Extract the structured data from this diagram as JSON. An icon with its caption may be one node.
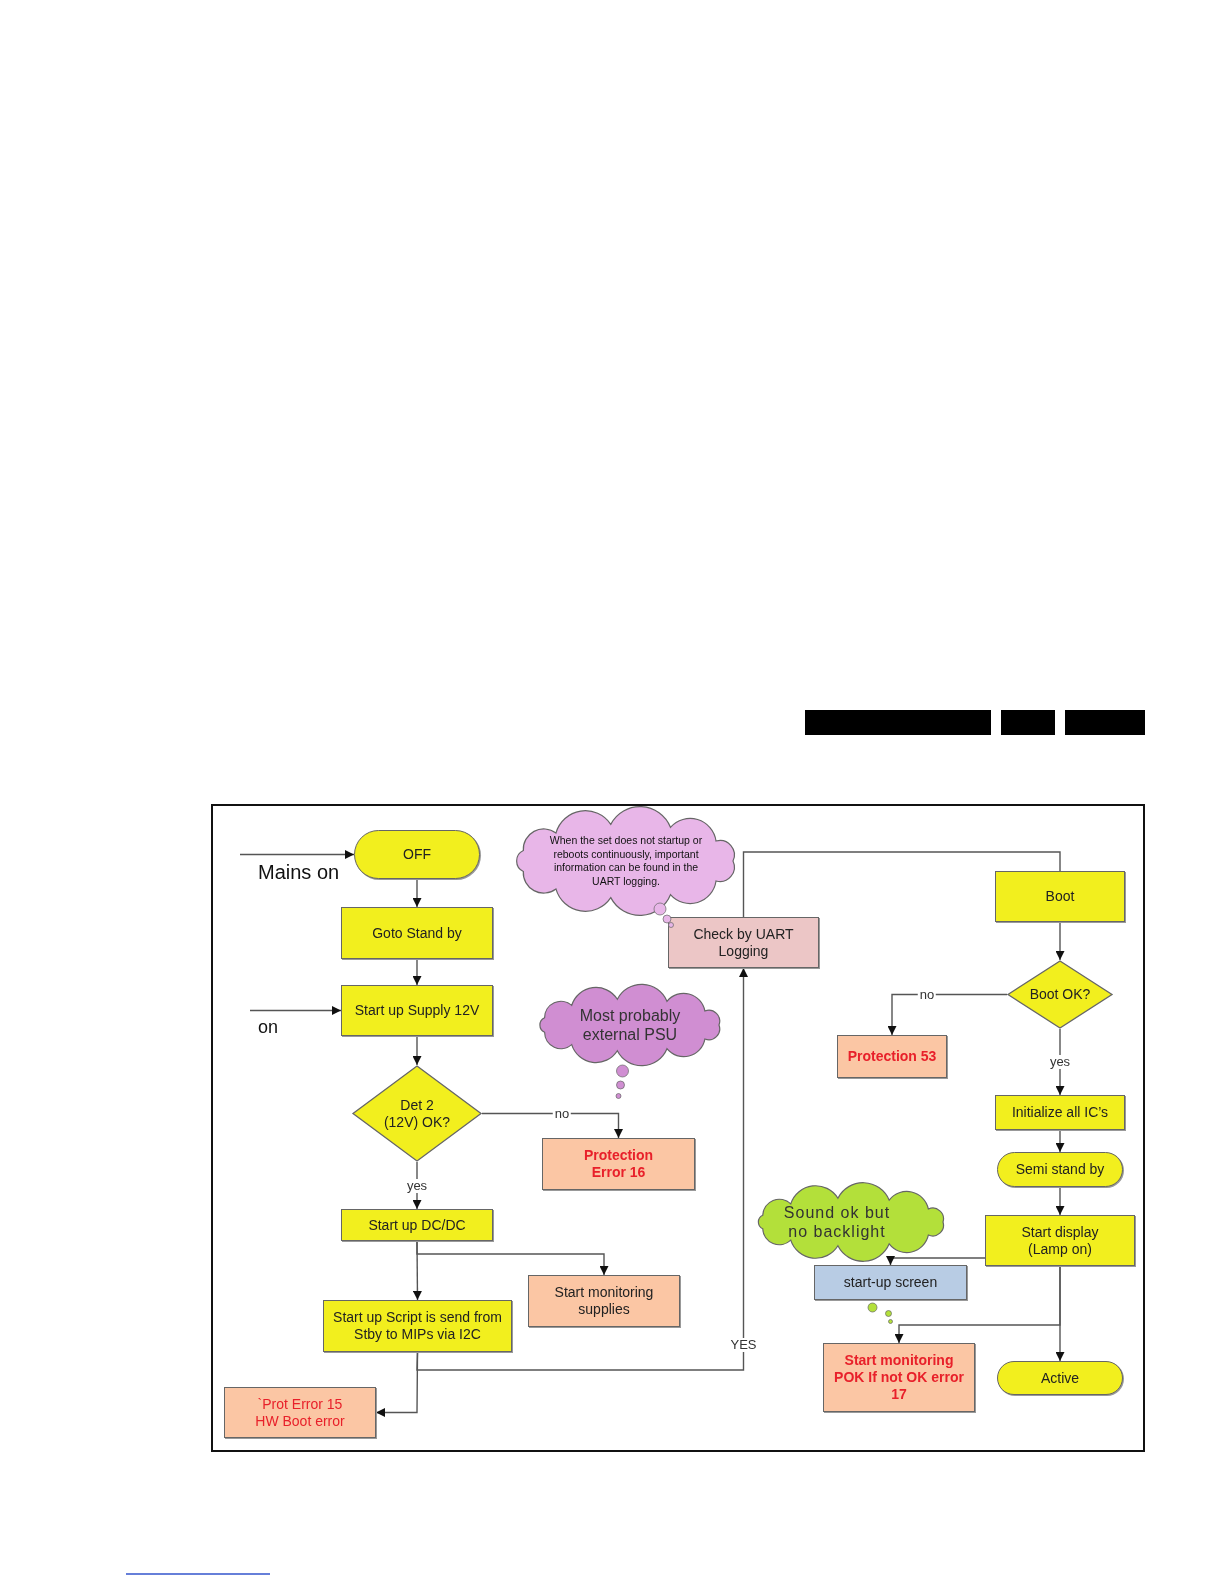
{
  "diagram": {
    "nodes": [
      {
        "text": [
          "OFF"
        ]
      },
      {
        "text": [
          "When the set does not startup or reboots continuously, important information can be found in the UART logging."
        ]
      },
      {
        "text": [
          "Check by UART Logging"
        ]
      },
      {
        "text": [
          "Boot"
        ]
      },
      {
        "text": [
          "Goto Stand by"
        ]
      },
      {
        "text": [
          "Start up Supply 12V"
        ]
      },
      {
        "text": [
          "Most probably external PSU"
        ]
      },
      {
        "text": [
          "Boot OK?"
        ]
      },
      {
        "text": [
          "Protection 53"
        ]
      },
      {
        "text": [
          "Det 2 (12V) OK?"
        ]
      },
      {
        "text": [
          "Protection Error 16"
        ]
      },
      {
        "text": [
          "Initialize all IC’s"
        ]
      },
      {
        "text": [
          "Semi stand by"
        ]
      },
      {
        "text": [
          "Start up DC/DC"
        ]
      },
      {
        "text": [
          "Sound ok but no backlight"
        ]
      },
      {
        "text": [
          "Start display (Lamp on)"
        ]
      },
      {
        "text": [
          "start-up screen"
        ]
      },
      {
        "text": [
          "Start monitoring supplies"
        ]
      },
      {
        "text": [
          "Start up Script is send from Stby to MIPs via I2C"
        ]
      },
      {
        "text": [
          "Start monitoring POK If not OK error 17"
        ]
      },
      {
        "text": [
          "Active"
        ]
      },
      {
        "text": [
          "`Prot Error 15 HW Boot error"
        ]
      }
    ],
    "edges": [
      {
        "from": null,
        "to": 0,
        "arrow": "to"
      },
      {
        "from": 0,
        "to": 4,
        "arrow": "to"
      },
      {
        "from": 4,
        "to": 5,
        "arrow": "to"
      },
      {
        "from": null,
        "to": 5,
        "arrow": "to"
      },
      {
        "from": 5,
        "to": 9,
        "arrow": "to"
      },
      {
        "from": 9,
        "to": 10,
        "arrow": "to",
        "label": "no"
      },
      {
        "from": 9,
        "to": 13,
        "arrow": "to",
        "label": "yes"
      },
      {
        "from": 13,
        "to": 18,
        "arrow": "to"
      },
      {
        "from": 13,
        "to": 17,
        "arrow": "to"
      },
      {
        "from": 18,
        "to": 21,
        "arrow": "to"
      },
      {
        "from": 18,
        "to": 2,
        "arrow": "to",
        "label": "YES"
      },
      {
        "from": 2,
        "to": 3,
        "arrow": "none"
      },
      {
        "from": 3,
        "to": 7,
        "arrow": "to"
      },
      {
        "from": 7,
        "to": 8,
        "arrow": "to",
        "label": "no"
      },
      {
        "from": 7,
        "to": 11,
        "arrow": "to",
        "label": "yes"
      },
      {
        "from": 11,
        "to": 12,
        "arrow": "to"
      },
      {
        "from": 12,
        "to": 15,
        "arrow": "to"
      },
      {
        "from": 15,
        "to": 16,
        "arrow": "to"
      },
      {
        "from": 15,
        "to": 19,
        "arrow": "to"
      },
      {
        "from": 15,
        "to": 20,
        "arrow": "to"
      }
    ],
    "labels": [
      "Mains on",
      "on"
    ]
  }
}
